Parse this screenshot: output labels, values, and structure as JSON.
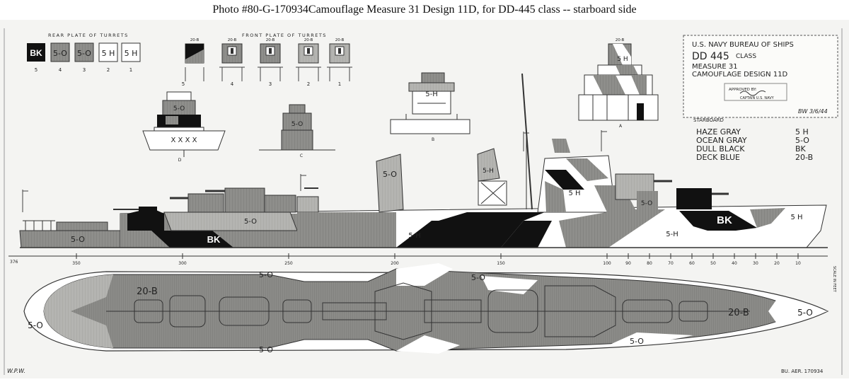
{
  "caption": {
    "photo_prefix": "Photo #",
    "photo_number": "80-G-170934",
    "title": "Camouflage Measure 31 Design 11D, for DD-445 class -- starboard side"
  },
  "rear_plate": {
    "heading": "REAR PLATE OF TURRETS",
    "boxes": [
      "BK",
      "5-O",
      "5-O",
      "5 H",
      "5 H"
    ],
    "numbers": [
      "5",
      "4",
      "3",
      "2",
      "1"
    ]
  },
  "front_plate": {
    "heading": "FRONT PLATE OF TURRETS",
    "tags": [
      "20-B",
      "20-B",
      "20-B",
      "20-B",
      "20-B"
    ],
    "numbers": [
      "5",
      "4",
      "3",
      "2",
      "1"
    ]
  },
  "title_block": {
    "line1": "U.S. NAVY  BUREAU OF SHIPS",
    "line2_a": "DD 445",
    "line2_b": "CLASS",
    "line3": "MEASURE 31",
    "line4": "CAMOUFLAGE DESIGN 11D",
    "stamp_l1": "APPROVED BY:",
    "stamp_l2": "CAPTAIN U.S. NAVY",
    "date": "BW 3/6/44",
    "side": "STARBOARD"
  },
  "legend": [
    {
      "name": "HAZE GRAY",
      "code": "5 H"
    },
    {
      "name": "OCEAN GRAY",
      "code": "5-O"
    },
    {
      "name": "DULL BLACK",
      "code": "BK"
    },
    {
      "name": "DECK BLUE",
      "code": "20-B"
    }
  ],
  "section_views": {
    "a_label": "A",
    "b_label": "B",
    "c_label": "C",
    "d_label": "D",
    "a_tag": "20-B",
    "a_code": "5 H",
    "b_code": "5-H",
    "c_code": "5-O",
    "d_code": "5-O",
    "d_marks": "X  X  X  X"
  },
  "profile": {
    "label_hull_aft": "5-O",
    "label_bk_1": "BK",
    "label_super_aft": "5-O",
    "label_stack": "5-O",
    "label_hull_mid": "5-H",
    "label_bk_2": "BK",
    "label_bridge": "5-H",
    "label_super_fwd": "5 H",
    "label_hull_fwd": "5-H",
    "label_bk_3": "BK",
    "label_bow": "5 H",
    "label_turret_fwd": "5-O"
  },
  "scale": {
    "left_label": "376",
    "ticks": [
      "350",
      "300",
      "250",
      "200",
      "150",
      "100",
      "90",
      "80",
      "70",
      "60",
      "50",
      "40",
      "30",
      "20",
      "10"
    ],
    "unit_label": "SCALE IN FEET"
  },
  "plan": {
    "label_top_aft": "5-O",
    "label_stern": "5-O",
    "label_deck_aft": "20-B",
    "label_top_mid": "5-O",
    "label_bottom_aft": "5-O",
    "label_bottom_mid": "5-O",
    "label_deck_fwd": "20-B",
    "label_bow": "5-O"
  },
  "footer": {
    "initials": "W.P.W.",
    "number": "BU. AER. 170934"
  }
}
